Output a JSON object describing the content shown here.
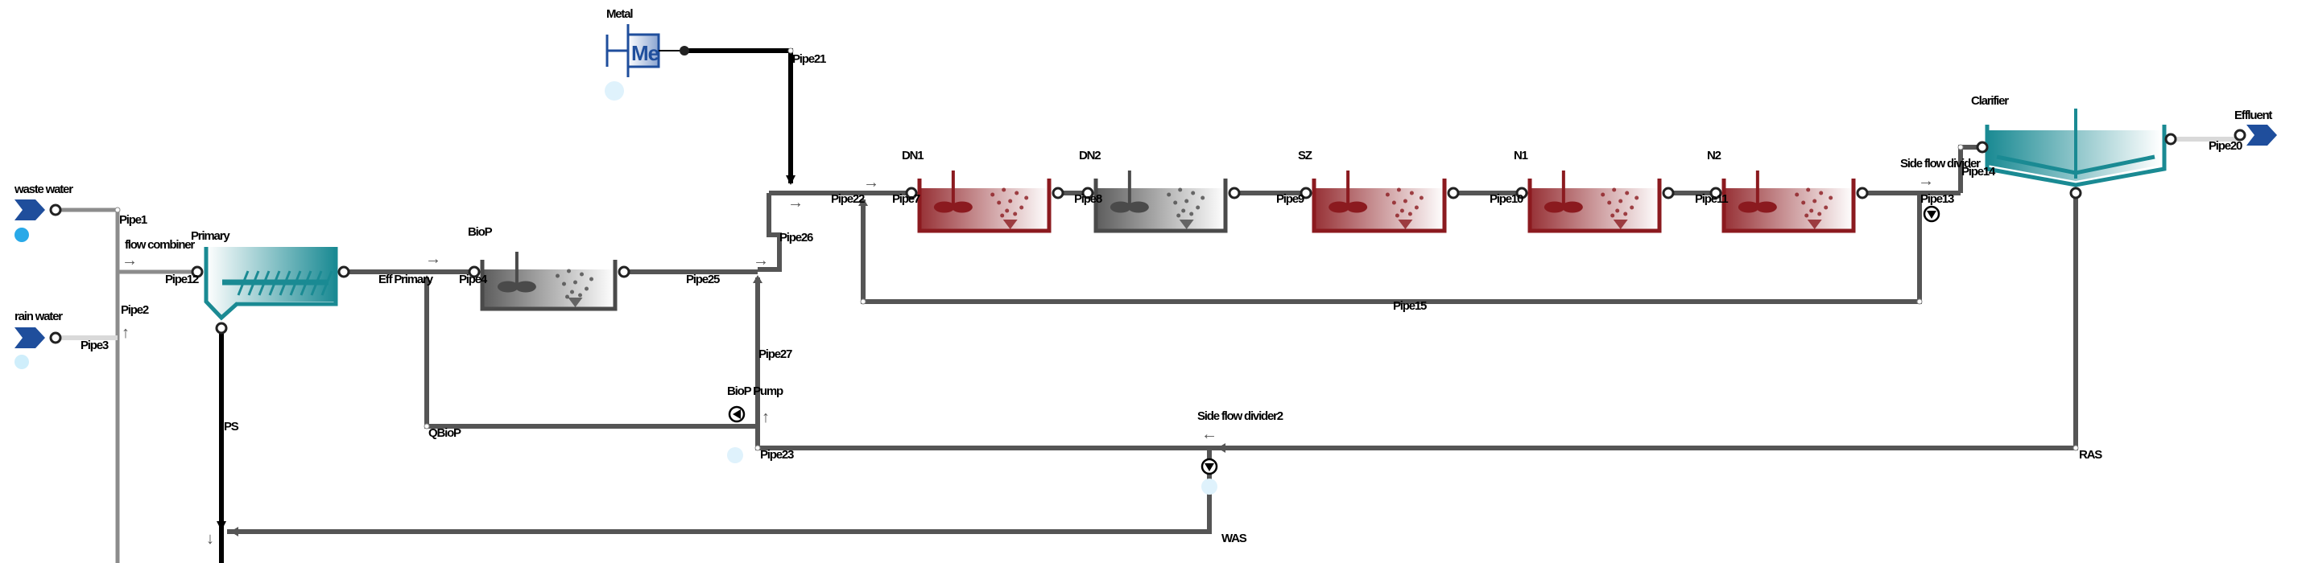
{
  "colors": {
    "pipe": "#555555",
    "reactor_red": "#8b1a1f",
    "reactor_gray": "#4a4a4a",
    "settler_teal": "#1a8a93",
    "influent_blue": "#1f4e9c"
  },
  "units": {
    "waste_water": "waste water",
    "rain_water": "rain water",
    "flow_combiner": "flow combiner",
    "primary": "Primary",
    "biop": "BioP",
    "metal": "Metal",
    "metal_symbol": "Me",
    "dn1": "DN1",
    "dn2": "DN2",
    "sz": "SZ",
    "n1": "N1",
    "n2": "N2",
    "clarifier": "Clarifier",
    "effluent": "Effluent",
    "side_flow_divider": "Side flow divider",
    "side_flow_divider2": "Side flow divider2",
    "biop_pump": "BioP Pump"
  },
  "pipes": {
    "pipe1": "Pipe1",
    "pipe2": "Pipe2",
    "pipe3": "Pipe3",
    "pipe12": "Pipe12",
    "eff_primary": "Eff Primary",
    "pipe4": "Pipe4",
    "pipe25": "Pipe25",
    "pipe26": "Pipe26",
    "pipe21": "Pipe21",
    "pipe22": "Pipe22",
    "pipe7": "Pipe7",
    "pipe8": "Pipe8",
    "pipe9": "Pipe9",
    "pipe10": "Pipe10",
    "pipe11": "Pipe11",
    "pipe13": "Pipe13",
    "pipe14": "Pipe14",
    "pipe15": "Pipe15",
    "pipe20": "Pipe20",
    "pipe27": "Pipe27",
    "pipe23": "Pipe23",
    "qbiop": "QBioP",
    "ps": "PS",
    "ras": "RAS",
    "was": "WAS"
  },
  "arrows": {
    "right": "→",
    "left": "←",
    "up": "↑",
    "down": "↓"
  }
}
